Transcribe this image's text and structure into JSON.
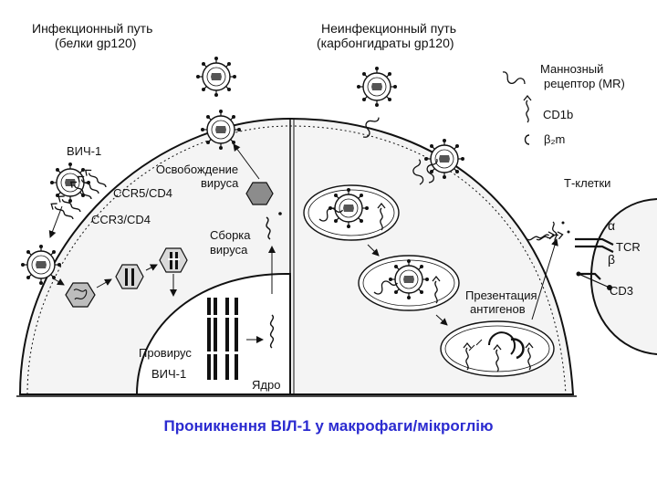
{
  "left_panel": {
    "title": "Инфекционный путь",
    "subtitle": "(белки gp120)",
    "hiv_label": "ВИЧ-1",
    "ccr5_label": "CCR5/CD4",
    "ccr3_label": "CCR3/CD4",
    "release_label_1": "Освобождение",
    "release_label_2": "вируса",
    "assembly_label_1": "Сборка",
    "assembly_label_2": "вируса",
    "provirus_label_1": "Провирус",
    "provirus_label_2": "ВИЧ-1",
    "nucleus_label": "Ядро"
  },
  "right_panel": {
    "title": "Неинфекционный путь",
    "subtitle": "(карбонгидраты gp120)",
    "legend_mr_1": "Маннозный",
    "legend_mr_2": "рецептор (MR)",
    "legend_cd1b": "CD1b",
    "legend_b2m": "β₂m",
    "tcells_label": "Т-клетки",
    "alpha_label": "α",
    "beta_label": "β",
    "tcr_label": "TCR",
    "cd3_label": "CD3",
    "presentation_label_1": "Презентация",
    "presentation_label_2": "антигенов"
  },
  "caption": "Проникнення ВІЛ-1 у макрофаги/мікроглію",
  "colors": {
    "caption": "#2b2bd0",
    "membrane": "#1a1a1a",
    "fill": "#f4f4f4",
    "gray": "#9a9a9a"
  }
}
